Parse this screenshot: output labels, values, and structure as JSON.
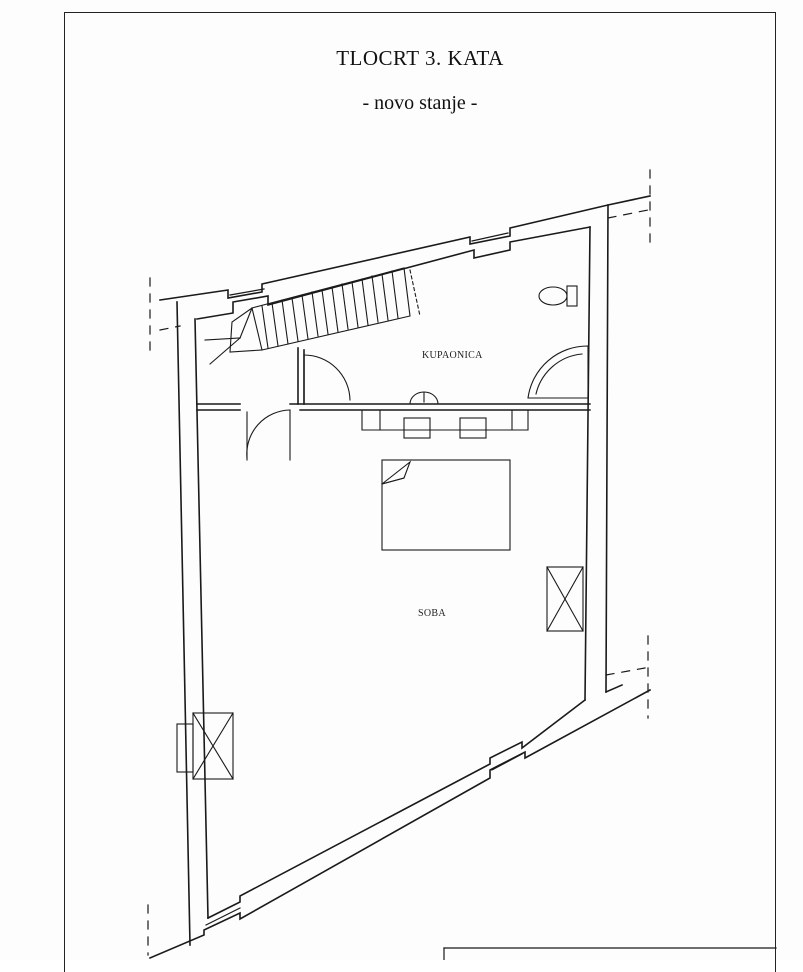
{
  "drawing": {
    "title": "TLOCRT 3. KATA",
    "subtitle": "- novo stanje -"
  },
  "rooms": {
    "bathroom": "KUPAONICA",
    "bedroom": "SOBA"
  },
  "colors": {
    "line": "#1a1a1a",
    "paper": "#fdfdfd"
  }
}
